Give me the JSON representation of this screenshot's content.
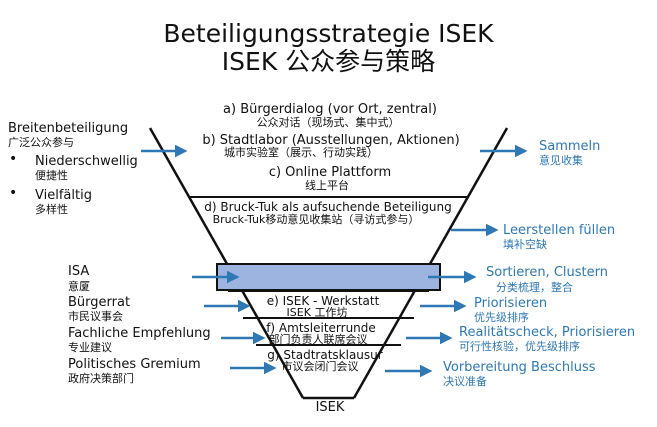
{
  "title": {
    "line1": "Beteiligungsstrategie ISEK",
    "line2": "ISEK 公众参与策略"
  },
  "funnel": {
    "a": {
      "label": "a) Bürgerdialog (vor Ort, zentral)",
      "sub": "公众对话（现场式、集中式）"
    },
    "b": {
      "label": "b) Stadtlabor (Ausstellungen, Aktionen)",
      "sub": "城市实验室（展示、行动实践）"
    },
    "c": {
      "label": "c) Online Plattform",
      "sub": "线上平台"
    },
    "d": {
      "label": "d) Bruck-Tuk als aufsuchende Beteiligung",
      "sub": "Bruck-Tuk移动意见收集站（寻访式参与）"
    },
    "e": {
      "label": "e) ISEK - Werkstatt",
      "sub": "ISEK 工作坊"
    },
    "f": {
      "label": "f) Amtsleiterrunde",
      "sub": "部门负责人联席会议"
    },
    "g": {
      "label": "g) Stadtratsklausur",
      "sub": "市议会闭门会议"
    },
    "bottom": "ISEK"
  },
  "left": {
    "breiten": {
      "label": "Breitenbeteiligung",
      "sub": "广泛公众参与"
    },
    "niedrig": {
      "label": "Niederschwellig",
      "sub": "便捷性"
    },
    "vielfalt": {
      "label": "Vielfältig",
      "sub": "多样性"
    },
    "bullet": "•",
    "isa": {
      "label": "ISA",
      "sub": "意厦"
    },
    "buergerrat": {
      "label": "Bürgerrat",
      "sub": "市民议事会"
    },
    "fachlich": {
      "label": "Fachliche Empfehlung",
      "sub": "专业建议"
    },
    "politisch": {
      "label": "Politisches Gremium",
      "sub": "政府决策部门"
    }
  },
  "right": {
    "sammeln": {
      "label": "Sammeln",
      "sub": "意见收集"
    },
    "leerstellen": {
      "label": "Leerstellen füllen",
      "sub": "填补空缺"
    },
    "sortieren": {
      "label": "Sortieren, Clustern",
      "sub": "分类梳理，整合"
    },
    "priorisieren": {
      "label": "Priorisieren",
      "sub": "优先级排序"
    },
    "realitaet": {
      "label": "Realitätscheck, Priorisieren",
      "sub": "可行性核验，优先级排序"
    },
    "vorbereitung": {
      "label": "Vorbereitung Beschluss",
      "sub": "决议准备"
    }
  },
  "colors": {
    "arrow": "#2e78b5",
    "text_blue": "#2e78b5",
    "band_fill": "#9db4e0",
    "line": "#111111"
  }
}
